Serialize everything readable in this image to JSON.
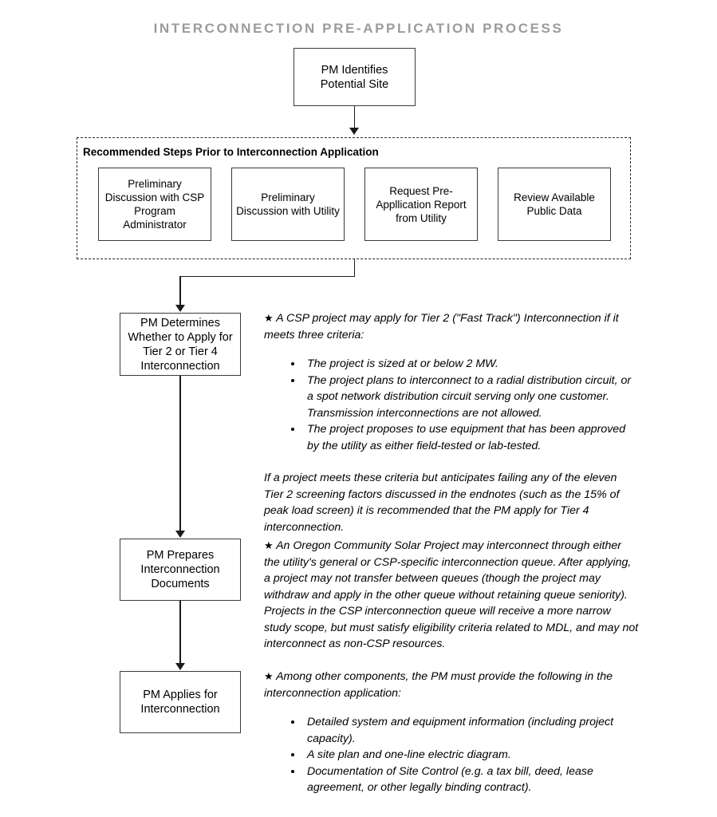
{
  "page": {
    "title": "INTERCONNECTION PRE-APPLICATION PROCESS"
  },
  "flow": {
    "box_identify": "PM Identifies Potential Site",
    "box_determine": "PM Determines Whether to Apply for Tier 2 or Tier 4 Interconnection",
    "box_prepare": "PM Prepares Interconnection Documents",
    "box_apply": "PM Applies for Interconnection"
  },
  "group": {
    "label": "Recommended Steps Prior to Interconnection Application",
    "steps": [
      {
        "label": "Preliminary Discussion with CSP Program Administrator"
      },
      {
        "label": "Preliminary Discussion with Utility"
      },
      {
        "label": "Request Pre-Appllication Report from Utility"
      },
      {
        "label": "Review Available Public Data"
      }
    ]
  },
  "annotations": {
    "tier": {
      "star": "★",
      "lead": "A CSP project may apply for Tier 2 (\"Fast Track\") Interconnection if it meets three criteria:",
      "bullets": [
        "The project is sized at or below 2 MW.",
        "The project plans to interconnect to a radial distribution circuit, or a spot network distribution circuit serving only one customer. Transmission interconnections are not allowed.",
        "The project proposes to use equipment that has been approved by the utility as either field-tested or lab-tested."
      ],
      "closing": "If a project meets these criteria but anticipates failing any of the eleven Tier 2 screening factors discussed in the endnotes (such as the 15% of peak load screen) it is recommended that the PM apply for Tier 4 interconnection."
    },
    "queue": {
      "star": "★",
      "lead": "An Oregon Community Solar Project may interconnect through either the utility's general or CSP-specific interconnection queue. After applying, a project may not transfer between queues (though the project may withdraw and apply in the other queue without retaining queue seniority). Projects in the CSP interconnection queue will receive a more narrow study scope, but must satisfy eligibility criteria related to MDL, and may not interconnect as non-CSP resources."
    },
    "apply": {
      "star": "★",
      "lead": "Among other components, the PM must provide the following in the interconnection application:",
      "bullets": [
        "Detailed system and equipment information (including project capacity).",
        "A site plan and one-line electric diagram.",
        "Documentation of Site Control (e.g. a tax bill, deed, lease agreement, or other legally binding contract)."
      ]
    }
  },
  "colors": {
    "title": "#9a9aa1",
    "box_border": "#3a3a3a",
    "connector": "#1a1a1a",
    "dashed_border": "#2b2b2b",
    "background": "#ffffff"
  }
}
